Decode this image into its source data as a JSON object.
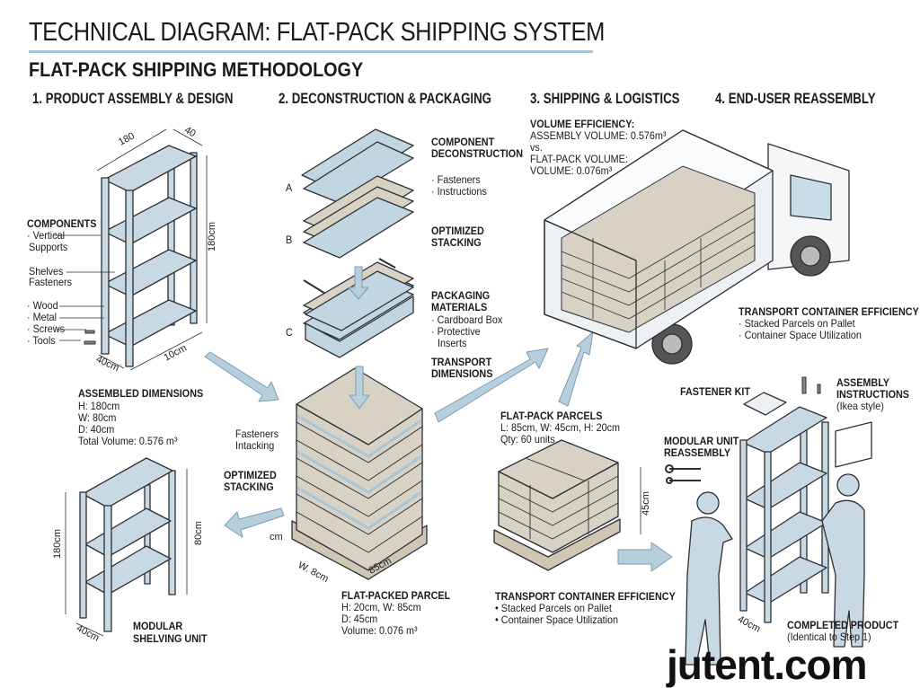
{
  "header": {
    "title": "TECHNICAL DIAGRAM: FLAT-PACK SHIPPING SYSTEM",
    "subtitle": "FLAT-PACK SHIPPING METHODOLOGY"
  },
  "steps": [
    "1. PRODUCT ASSEMBLY & DESIGN",
    "2. DECONSTRUCTION & PACKAGING",
    "3. SHIPPING & LOGISTICS",
    "4. END-USER REASSEMBLY"
  ],
  "step1": {
    "dims": {
      "width": "180",
      "depth": "40",
      "height": "180cm",
      "front_depth": "40cm",
      "front_width": "10cm"
    },
    "components_title": "COMPONENTS",
    "components": [
      "· Vertical",
      "Supports",
      "Shelves",
      "Fasteners",
      "· Wood",
      "· Metal",
      "· Screws",
      "· Tools"
    ],
    "assembled_title": "ASSEMBLED DIMENSIONS",
    "assembled": [
      "H: 180cm",
      "W: 80cm",
      "D: 40cm",
      "Total Volume: 0.576 m³"
    ],
    "modular_dims": {
      "height": "180cm",
      "right_height": "80cm",
      "depth": "40cm"
    },
    "modular_label": [
      "MODULAR",
      "SHELVING UNIT"
    ]
  },
  "step2": {
    "letters": [
      "A",
      "B",
      "C"
    ],
    "deconstruction": [
      "COMPONENT",
      "DECONSTRUCTION"
    ],
    "fasteners_list": [
      "· Fasteners",
      "· Instructions"
    ],
    "optimized_stacking": [
      "OPTIMIZED",
      "STACKING"
    ],
    "packaging_title": [
      "PACKAGING",
      "MATERIALS"
    ],
    "packaging_items": [
      "· Cardboard Box",
      "· Protective",
      "Inserts"
    ],
    "transport_dimensions": [
      "TRANSPORT",
      "DIMENSIONS"
    ],
    "fasteners_intacking": [
      "Fasteners",
      "Intacking"
    ],
    "optimized_stacking_2": [
      "OPTIMIZED",
      "STACKING"
    ],
    "pallet_dims": {
      "height": "cm",
      "width": "W. 8cm",
      "length": "85cm"
    },
    "parcel_title": "FLAT-PACKED PARCEL",
    "parcel": [
      "H: 20cm, W: 85cm",
      "D: 45cm",
      "Volume: 0.076 m³"
    ]
  },
  "step3": {
    "volume_title": "VOLUME EFFICIENCY:",
    "volume": [
      "ASSEMBLY VOLUME: 0.576m³",
      "vs.",
      "FLAT-PACK VOLUME:",
      "VOLUME: 0.076m³"
    ],
    "truck_efficiency_title": "TRANSPORT CONTAINER EFFICIENCY",
    "truck_efficiency": [
      "· Stacked Parcels on Pallet",
      "· Container Space Utilization"
    ],
    "parcels_title": "FLAT-PACK PARCELS",
    "parcels": [
      "L: 85cm, W: 45cm, H: 20cm",
      "Qty: 60 units"
    ],
    "pallet_height": "45cm",
    "pallet_efficiency_title": "TRANSPORT CONTAINER EFFICIENCY",
    "pallet_efficiency": [
      "• Stacked Parcels on Pallet",
      "• Container Space Utilization"
    ]
  },
  "step4": {
    "fastener_kit": "FASTENER KIT",
    "assembly_instructions": [
      "ASSEMBLY",
      "INSTRUCTIONS",
      "(Ikea style)"
    ],
    "modular_reassembly": [
      "MODULAR UNIT",
      "REASSEMBLY"
    ],
    "depth": "40cm",
    "completed": [
      "COMPLETED PRODUCT",
      "(Identical to Step 1)"
    ]
  },
  "watermark": "jutent.com",
  "colors": {
    "steel": "#c9d9e4",
    "cardboard": "#d8d2c4",
    "arrow": "#b7cfdd",
    "line": "#2b2f33",
    "rule": "#a9c6d6"
  }
}
